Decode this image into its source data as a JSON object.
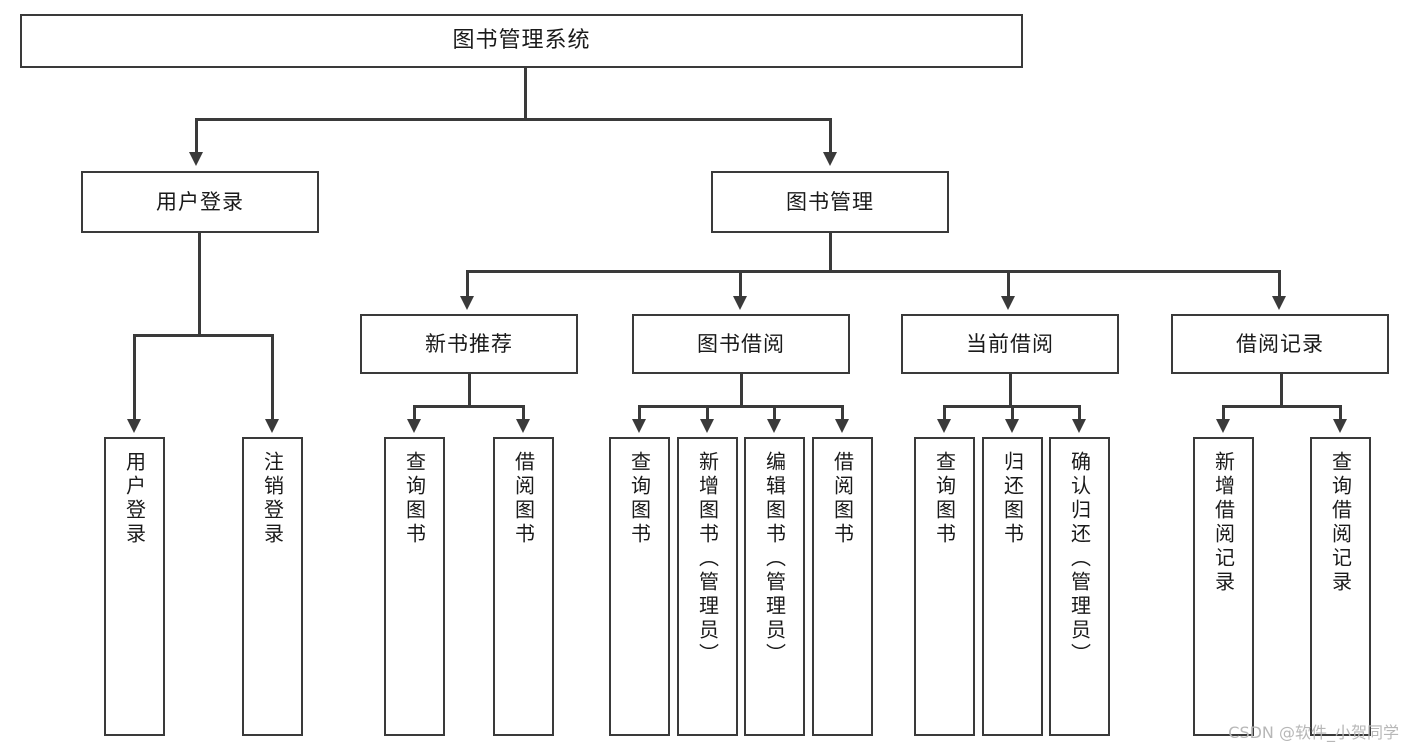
{
  "diagram": {
    "title": "图书管理系统",
    "watermark": "CSDN @软件_小贺同学",
    "colors": {
      "stroke": "#3a3a3a",
      "background": "#ffffff",
      "text": "#1a1a1a",
      "watermark": "#b7b7b7"
    },
    "root": {
      "label": "图书管理系统"
    },
    "level2": [
      {
        "label": "用户登录"
      },
      {
        "label": "图书管理"
      }
    ],
    "level3": [
      {
        "label": "新书推荐"
      },
      {
        "label": "图书借阅"
      },
      {
        "label": "当前借阅"
      },
      {
        "label": "借阅记录"
      }
    ],
    "leaves": {
      "user_login": [
        {
          "label": "用户登录"
        },
        {
          "label": "注销登录"
        }
      ],
      "new_book_recommend": [
        {
          "label": "查询图书"
        },
        {
          "label": "借阅图书"
        }
      ],
      "book_borrow": [
        {
          "label": "查询图书"
        },
        {
          "label": "新增图书（管理员）"
        },
        {
          "label": "编辑图书（管理员）"
        },
        {
          "label": "借阅图书"
        }
      ],
      "current_borrow": [
        {
          "label": "查询图书"
        },
        {
          "label": "归还图书"
        },
        {
          "label": "确认归还（管理员）"
        }
      ],
      "borrow_record": [
        {
          "label": "新增借阅记录"
        },
        {
          "label": "查询借阅记录"
        }
      ]
    }
  }
}
